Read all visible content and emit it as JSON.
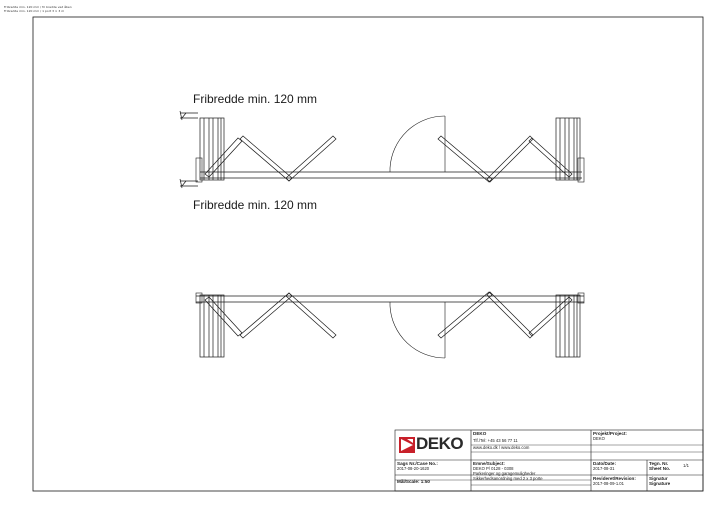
{
  "drawing": {
    "dimension_top": "Fribredde min. 120 mm",
    "dimension_bottom": "Fribredde min. 120 mm"
  },
  "side_note": {
    "line1": "Fribredde min. 120 mm / fri bredde ved åben",
    "line2": "Fribredde min. 120 mm / 1 port 3 × 3 m"
  },
  "title_block": {
    "logo_text": "DEKO",
    "company": {
      "name": "DEKO",
      "phone": "Tlf./Tel: +45 43 56 77 11",
      "web": "www.deko.dk / www.deko.com"
    },
    "project": {
      "label": "Projekt/Project:",
      "value": "DEKO"
    },
    "case_no": {
      "label": "Sags Nr./Case No.:",
      "value": "2017-08-20-1620"
    },
    "subject": {
      "label": "Emne/Subject:",
      "line1": "DEKO P/ 0128 - 0308",
      "line2": "Parkeringer og garagemuligheder",
      "line3": "Sikkerhedsanordning med 2 x 3 porte"
    },
    "date": {
      "label": "Dato/Date:",
      "value": "2017-08-31"
    },
    "sheet": {
      "label": "Tegn. Nr.",
      "label2": "Sheet No.",
      "value": "1/1"
    },
    "scale": {
      "label": "Mål/Scale: 1:50"
    },
    "revision": {
      "label": "Revideret/Revision:",
      "value": "2017-08-09-1.01"
    },
    "signature": {
      "label": "Signatur",
      "label2": "Signature"
    }
  },
  "colors": {
    "line": "#1a1a1a",
    "logo_red": "#c8202a"
  }
}
